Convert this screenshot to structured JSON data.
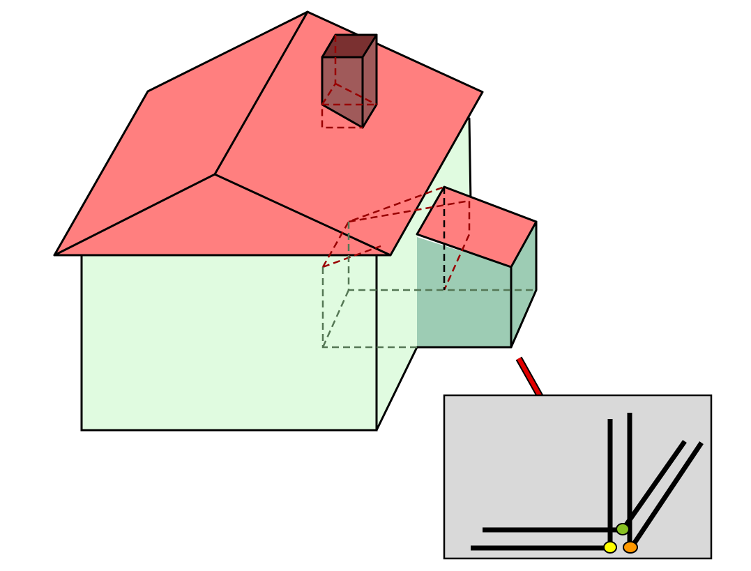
{
  "diagram": {
    "kind": "3d-house-hidden-line-illustration",
    "components": [
      "main-roof",
      "chimney",
      "main-wall-front",
      "main-wall-side",
      "dormer-roof",
      "dormer-wall",
      "zoom-inset"
    ],
    "inset": {
      "markers": [
        "yellow-point",
        "orange-point",
        "green-point"
      ]
    },
    "pointer": "red-arrow"
  },
  "colors": {
    "roof": "#ff7f7f",
    "wall": "#e0fbe0",
    "dormer_wall": "#9dccb4",
    "chimney_fill": "#a05a5a",
    "chimney_top": "#7a3030",
    "hidden_red": "#990000",
    "hidden_grey": "#557755",
    "inset_bg": "#d9d9d9",
    "arrow": "#e00000",
    "marker_yellow": "#ffff00",
    "marker_orange": "#ff9900",
    "marker_green": "#88c022"
  }
}
